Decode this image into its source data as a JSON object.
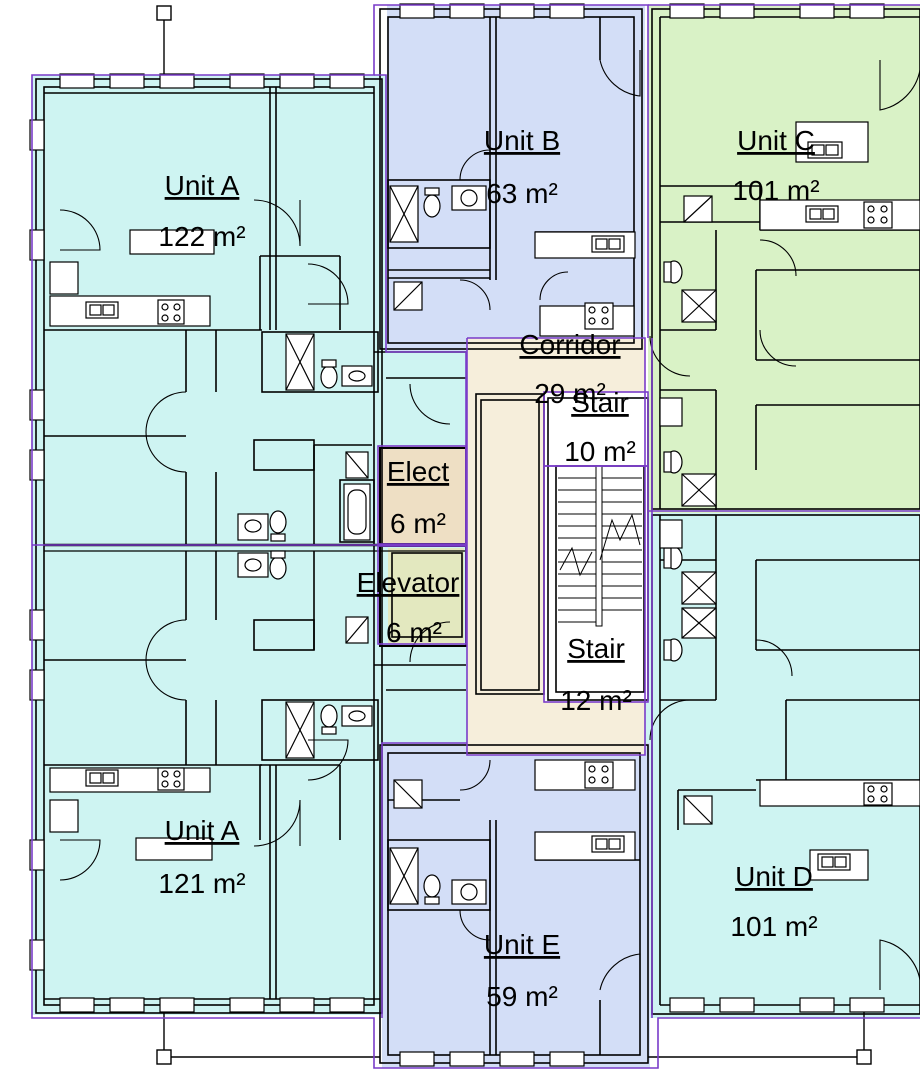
{
  "plan": {
    "rooms": [
      {
        "id": "unit-a-north",
        "name": "Unit A",
        "area": "122 m²",
        "fill": "#cef4f2"
      },
      {
        "id": "unit-a-south",
        "name": "Unit A",
        "area": "121 m²",
        "fill": "#cef4f2"
      },
      {
        "id": "unit-b",
        "name": "Unit B",
        "area": "63 m²",
        "fill": "#d3def7"
      },
      {
        "id": "unit-c",
        "name": "Unit C",
        "area": "101 m²",
        "fill": "#d9f2c6"
      },
      {
        "id": "unit-d",
        "name": "Unit D",
        "area": "101 m²",
        "fill": "#cef4f2"
      },
      {
        "id": "unit-e",
        "name": "Unit E",
        "area": "59 m²",
        "fill": "#d3def7"
      },
      {
        "id": "corridor",
        "name": "Corridor",
        "area": "29 m²",
        "fill": "#f6eedb"
      },
      {
        "id": "stair-upper",
        "name": "Stair",
        "area": "10 m²",
        "fill": "#ffffff"
      },
      {
        "id": "stair-lower",
        "name": "Stair",
        "area": "12 m²",
        "fill": "#ffffff"
      },
      {
        "id": "elect",
        "name": "Elect",
        "area": "6 m²",
        "fill": "#eedfc4"
      },
      {
        "id": "elevator",
        "name": "Elevator",
        "area": "6 m²",
        "fill": "#e3e8bf"
      }
    ],
    "colors": {
      "boundary": "#7a3cc9",
      "wall": "#000000",
      "wall_hatch": "#7a7a7a"
    },
    "fixture_icons": [
      "sink-icon",
      "cooktop-icon",
      "toilet-icon",
      "shower-icon",
      "bathtub-icon",
      "door-swing-icon",
      "stair-icon"
    ]
  }
}
